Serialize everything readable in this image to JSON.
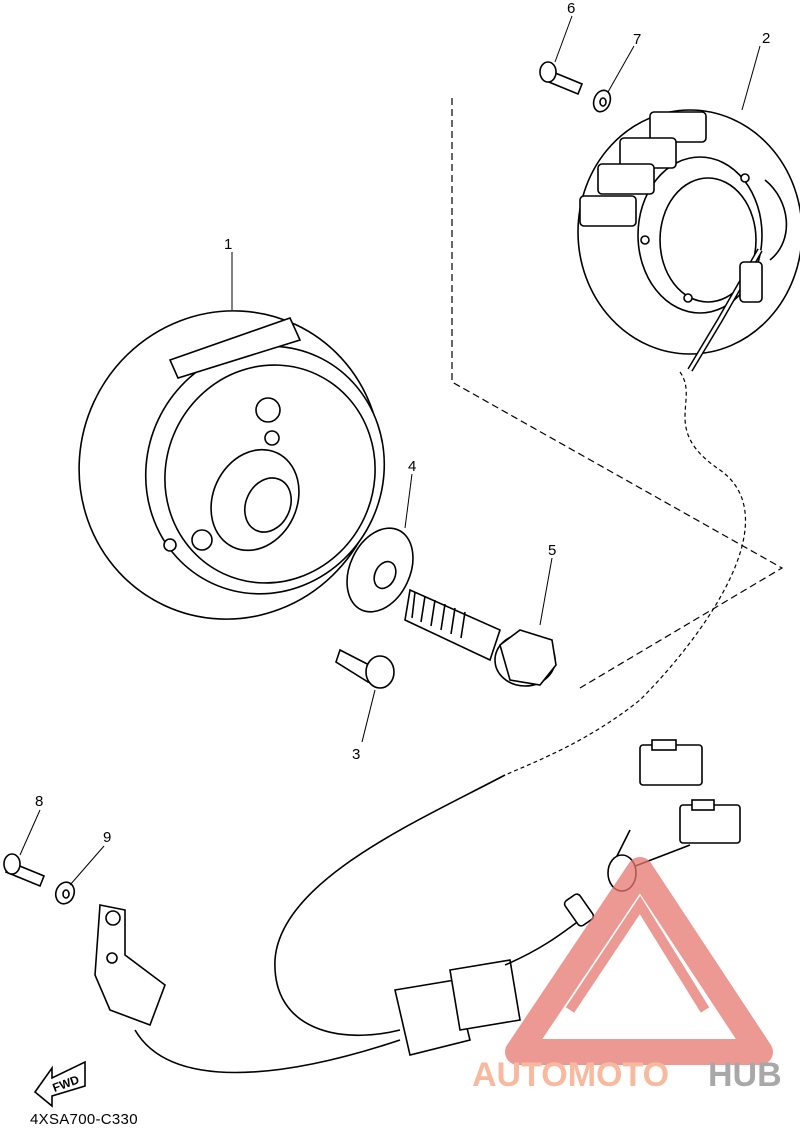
{
  "callouts": [
    "1",
    "2",
    "3",
    "4",
    "5",
    "6",
    "7",
    "8",
    "9"
  ],
  "fwd_label": "FWD",
  "diagram_code": "4XSA700-C330",
  "watermark": {
    "part1": "AUTOMOTO",
    "part2": "HUB",
    "color1": "#f7a27f",
    "color2": "#8b8b8b",
    "logo_color": "#e8776f"
  }
}
